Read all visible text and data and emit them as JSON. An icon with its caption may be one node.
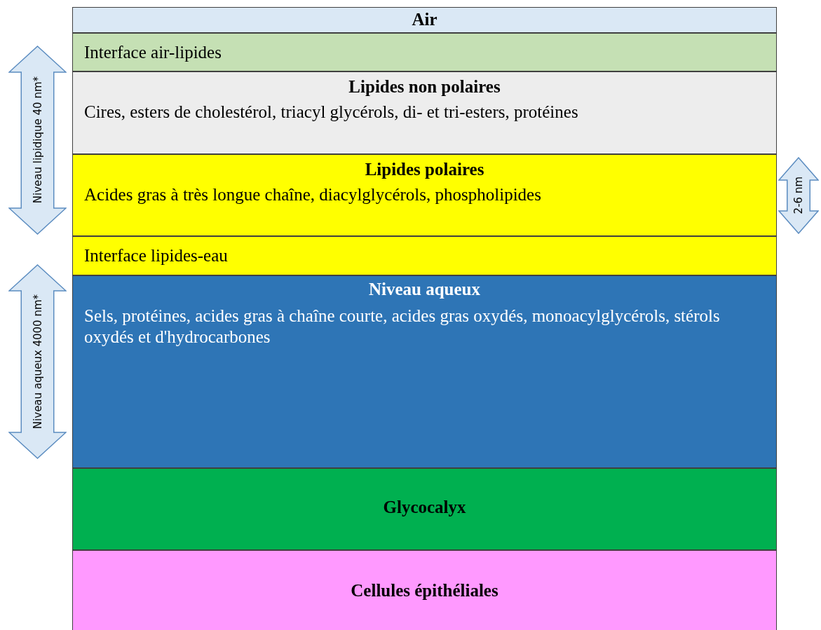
{
  "diagram": {
    "nodes": [
      {
        "text": [
          "Air"
        ]
      },
      {
        "text": [
          "Interface air-lipides"
        ]
      },
      {
        "text": [
          "Lipides non polaires",
          "Cires, esters de cholestérol, triacyl glycérols, di- et tri-esters, protéines"
        ]
      },
      {
        "text": [
          "Lipides polaires",
          "Acides gras à très longue chaîne, diacylglycérols, phospholipides"
        ]
      },
      {
        "text": [
          "Interface lipides-eau"
        ]
      },
      {
        "text": [
          "Niveau aqueux",
          "Sels, protéines, acides gras à chaîne courte, acides gras oxydés, monoacylglycérols, stérols oxydés et d'hydrocarbones"
        ]
      },
      {
        "text": [
          "Glycocalyx"
        ]
      },
      {
        "text": [
          "Cellules épithéliales"
        ]
      }
    ],
    "edges": [],
    "labels": [
      "Niveau lipidique 40 nm*",
      "2-6 nm",
      "Niveau aqueux 4000 nm*"
    ]
  }
}
